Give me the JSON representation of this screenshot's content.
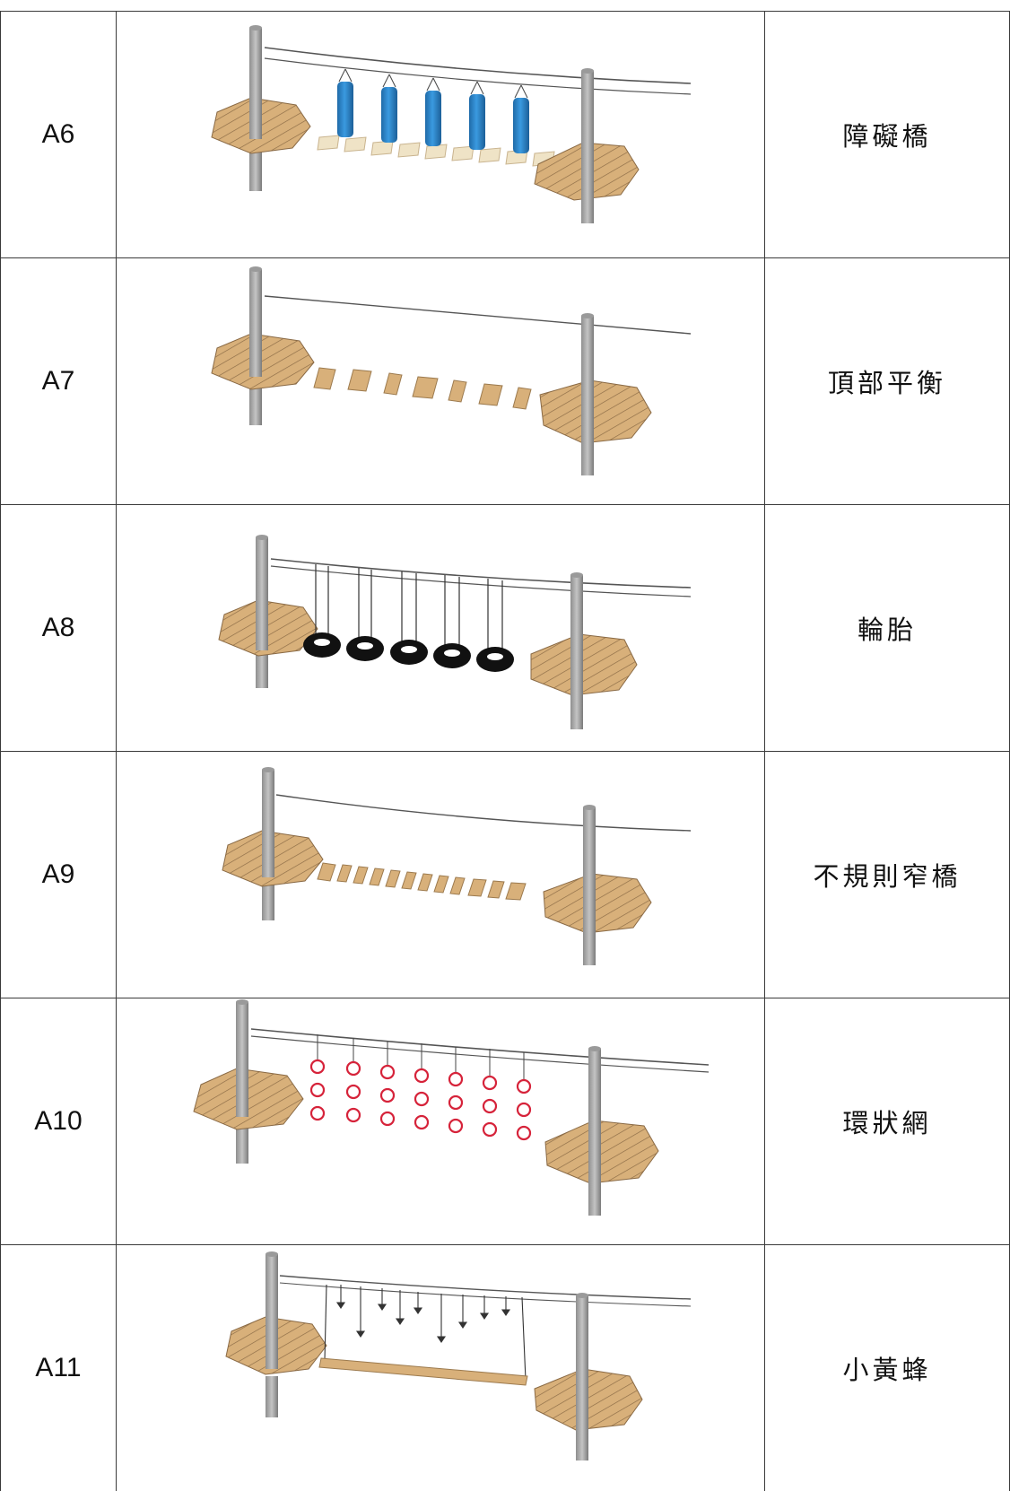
{
  "rows": [
    {
      "code": "A6",
      "name": "障礙橋",
      "illustration": "obstacle-bridge-with-hanging-bags"
    },
    {
      "code": "A7",
      "name": "頂部平衡",
      "illustration": "top-balance-bridge"
    },
    {
      "code": "A8",
      "name": "輪胎",
      "illustration": "hanging-tire-bridge"
    },
    {
      "code": "A9",
      "name": "不規則窄橋",
      "illustration": "irregular-narrow-bridge"
    },
    {
      "code": "A10",
      "name": "環狀網",
      "illustration": "hanging-ring-net"
    },
    {
      "code": "A11",
      "name": "小黃蜂",
      "illustration": "hanging-plank-swing"
    }
  ],
  "colors": {
    "wood": "#d8b07a",
    "post": "#a9a9a9",
    "bag": "#2f86c8",
    "tire": "#111111",
    "ring": "#d6233a",
    "border": "#3a3a3a"
  }
}
